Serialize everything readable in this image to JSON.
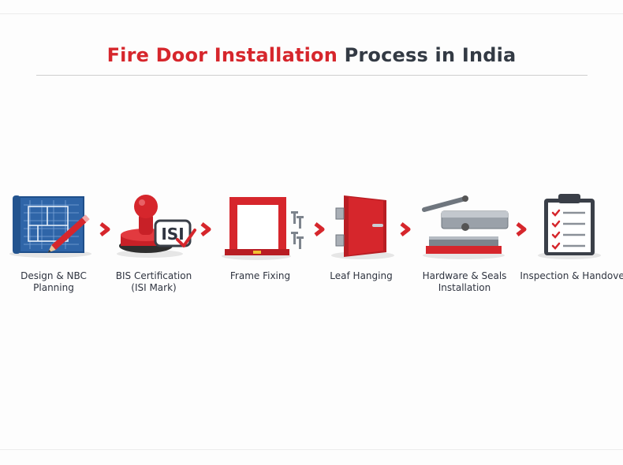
{
  "title": {
    "accent": "Fire Door Installation",
    "rest": " Process in India"
  },
  "steps": [
    {
      "label": "Design & NBC\nPlanning",
      "icon": "blueprint-pencil-icon"
    },
    {
      "label": "BIS Certification\n(ISI Mark)",
      "icon": "isi-stamp-icon",
      "stamp_text": "ISI"
    },
    {
      "label": "Frame Fixing",
      "icon": "door-frame-screws-icon"
    },
    {
      "label": "Leaf Hanging",
      "icon": "fire-door-leaf-icon"
    },
    {
      "label": "Hardware & Seals\nInstallation",
      "icon": "door-closer-seal-icon"
    },
    {
      "label": "Inspection & Handover",
      "icon": "clipboard-checklist-icon"
    }
  ],
  "colors": {
    "accent_red": "#d6262c",
    "title_dark": "#333a44",
    "blueprint_blue": "#2f65a8",
    "steel_gray": "#8a9098"
  }
}
